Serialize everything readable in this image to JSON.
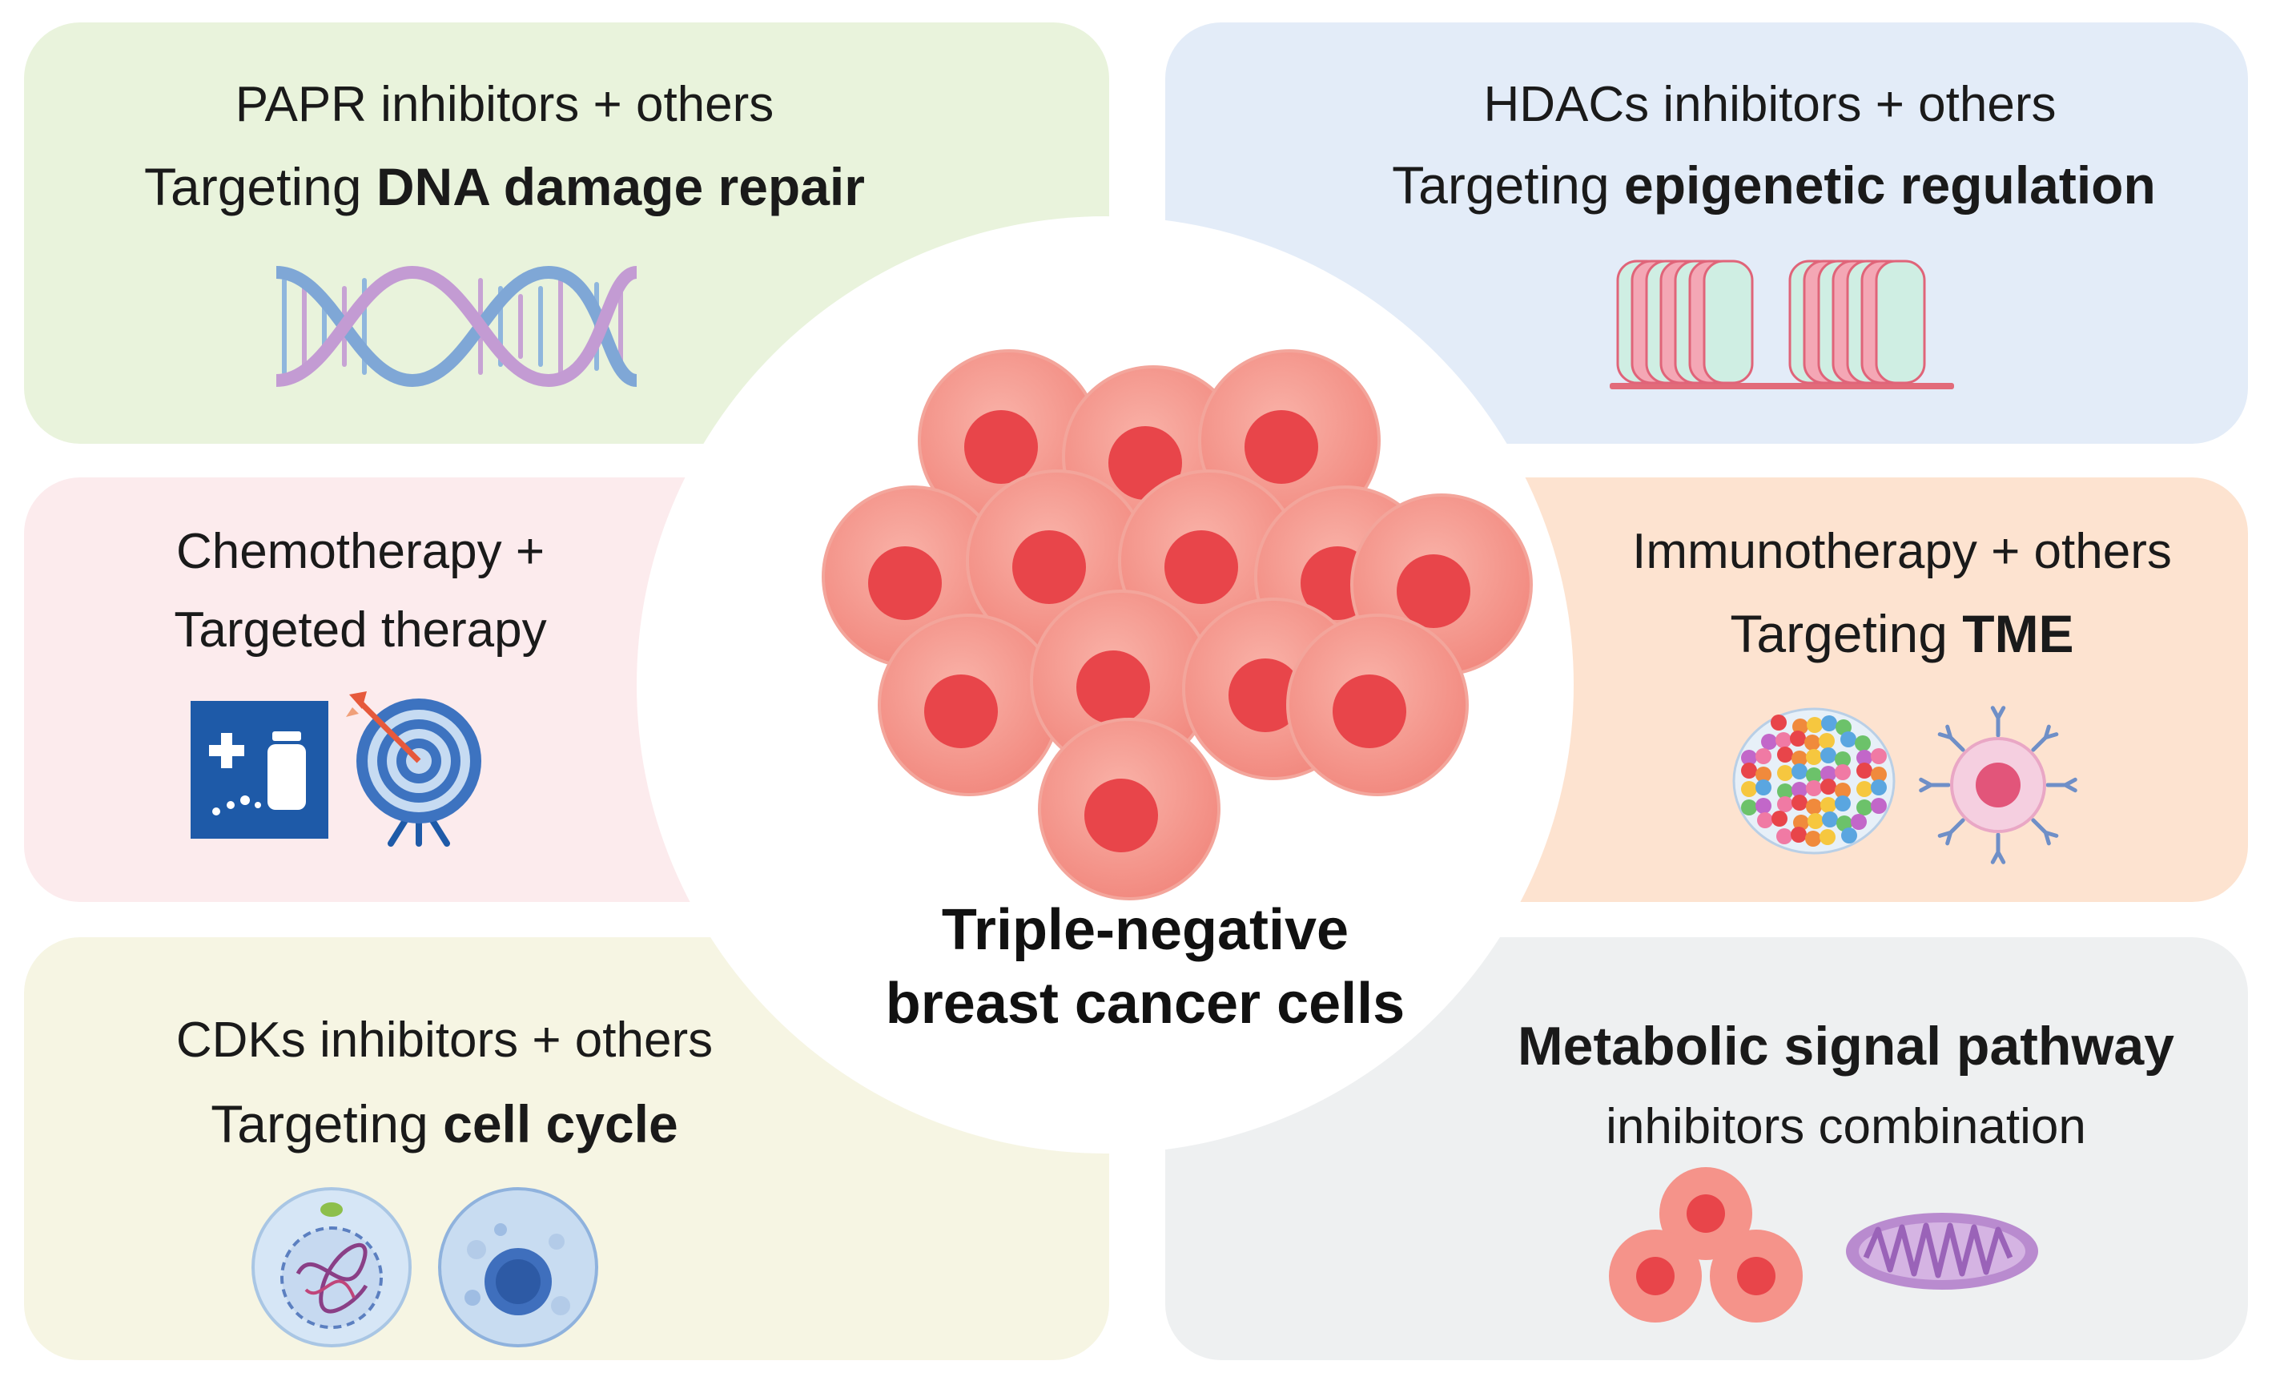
{
  "center": {
    "title_line1": "Triple-negative",
    "title_line2": "breast cancer cells"
  },
  "panels": {
    "dna": {
      "line1": "PAPR inhibitors + others",
      "prefix": "Targeting ",
      "bold": "DNA damage repair",
      "icon": "dna-helix-icon"
    },
    "epigenetic": {
      "line1": "HDACs inhibitors + others",
      "prefix": "Targeting ",
      "bold": "epigenetic regulation",
      "icon": "nucleosome-icon"
    },
    "chemo": {
      "line1": "Chemotherapy +",
      "line2": "Targeted therapy",
      "icons": [
        "medicine-box-icon",
        "target-arrow-icon"
      ]
    },
    "immuno": {
      "line1": "Immunotherapy + others",
      "prefix": "Targeting ",
      "bold": "TME",
      "icons": [
        "tumor-cluster-icon",
        "immune-cell-icon"
      ]
    },
    "cellcycle": {
      "line1": "CDKs inhibitors + others",
      "prefix": "Targeting ",
      "bold": "cell cycle",
      "icons": [
        "cell-nucleus-icon",
        "cell-division-icon"
      ]
    },
    "metabolic": {
      "bold": "Metabolic signal pathway",
      "line2": "inhibitors combination",
      "icons": [
        "cancer-cells-icon",
        "mitochondria-icon"
      ]
    }
  },
  "colors": {
    "green_panel": "#e9f3dc",
    "blue_panel": "#e3ecf8",
    "pink_panel": "#fcebed",
    "orange_panel": "#fde3d0",
    "yellow_panel": "#f6f5e3",
    "gray_panel": "#eef0f1",
    "cell_body": "#f5938a",
    "cell_nucleus": "#e8454a"
  }
}
